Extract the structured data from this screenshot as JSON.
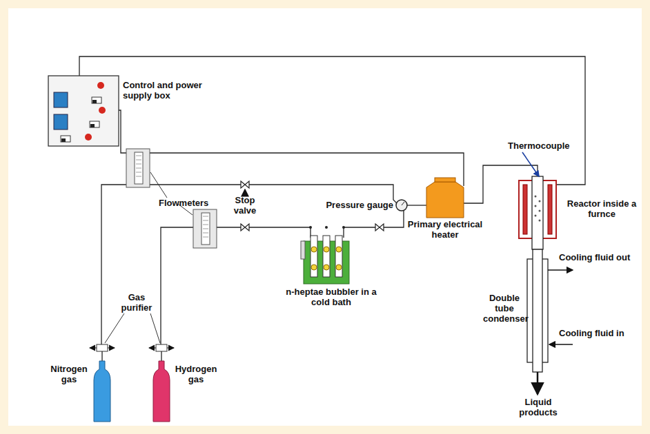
{
  "diagram": {
    "labels": [
      "Control and power supply box",
      "Thermocouple",
      "Flowmeters",
      "Stop valve",
      "Reactor inside a furnce",
      "Pressure gauge",
      "Primary electrical heater",
      "Gas purifier",
      "n-heptae bubbler in a cold bath",
      "Cooling fluid out",
      "Double tube condenser",
      "Cooling fluid in",
      "Nitrogen gas",
      "Hydrogen gas",
      "Liquid products"
    ]
  }
}
